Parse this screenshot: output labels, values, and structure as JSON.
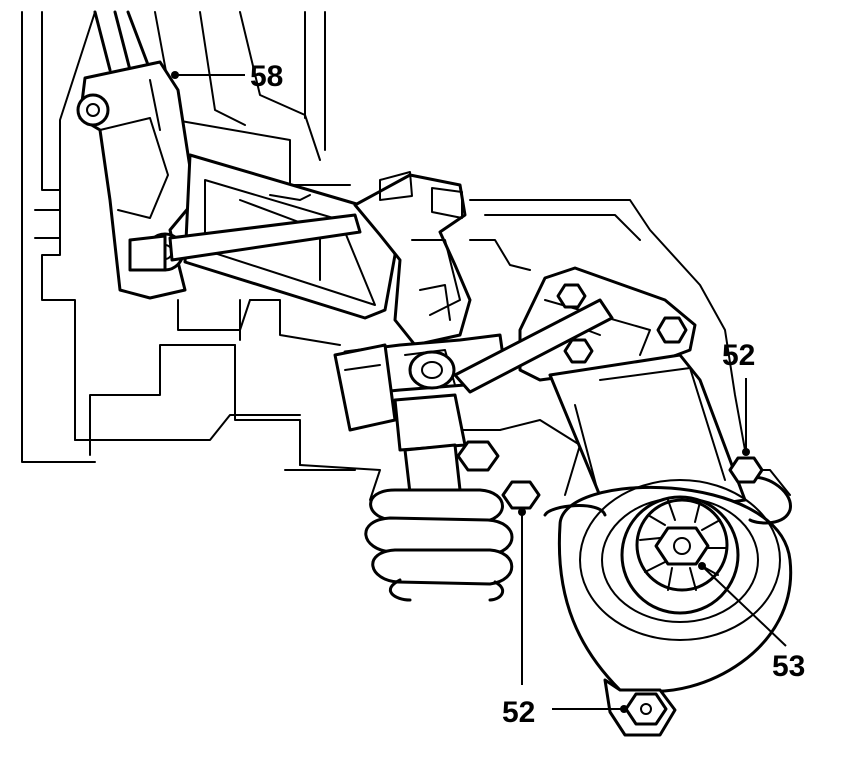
{
  "callouts": {
    "c58": "58",
    "c52_upper": "52",
    "c52_lower": "52",
    "c53": "53"
  },
  "colors": {
    "line": "#000000",
    "background": "#ffffff"
  }
}
